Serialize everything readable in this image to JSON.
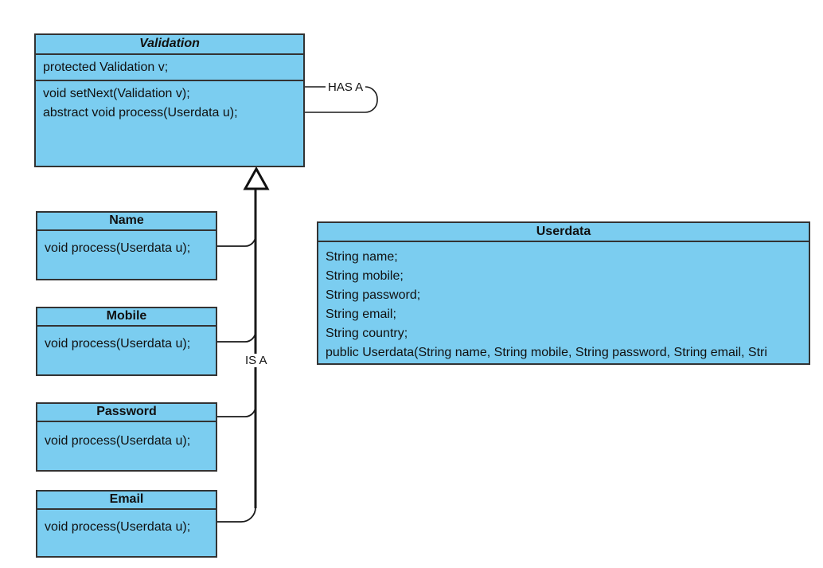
{
  "classes": {
    "validation": {
      "title": "Validation",
      "fields": [
        "protected Validation v;"
      ],
      "methods": [
        "void setNext(Validation v);",
        "abstract void process(Userdata u);"
      ]
    },
    "name": {
      "title": "Name",
      "methods": [
        "void process(Userdata u);"
      ]
    },
    "mobile": {
      "title": "Mobile",
      "methods": [
        "void process(Userdata u);"
      ]
    },
    "password": {
      "title": "Password",
      "methods": [
        "void process(Userdata u);"
      ]
    },
    "email": {
      "title": "Email",
      "methods": [
        "void process(Userdata u);"
      ]
    },
    "userdata": {
      "title": "Userdata",
      "fields": [
        "String name;",
        "String mobile;",
        "String password;",
        "String email;",
        "String country;",
        "public Userdata(String name, String mobile, String password, String email, Stri"
      ]
    }
  },
  "relationships": {
    "has_a": {
      "label": "HAS A"
    },
    "is_a": {
      "label": "IS A"
    }
  },
  "colors": {
    "class_fill": "#7BCDF0",
    "class_border": "#333333",
    "connector": "#1a1a1a",
    "text": "#111111",
    "background": "#ffffff"
  }
}
